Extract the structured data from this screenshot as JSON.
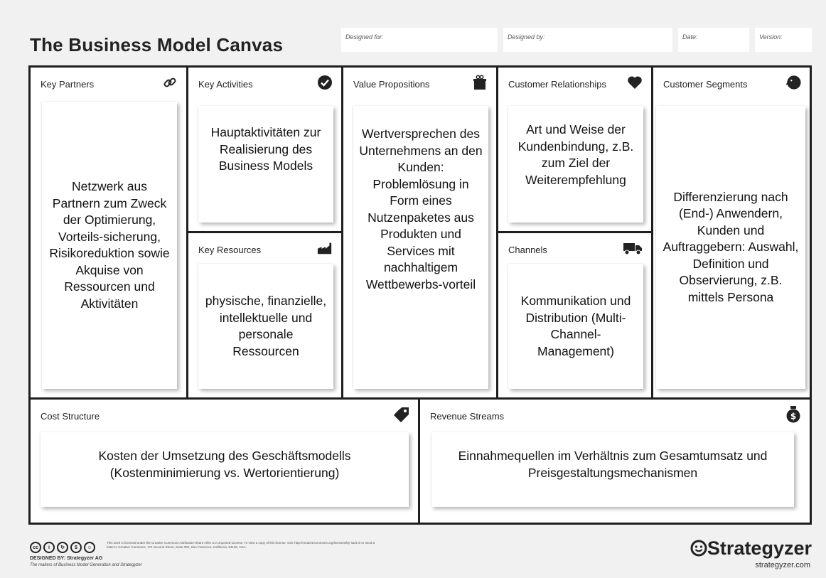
{
  "header": {
    "title": "The Business Model Canvas",
    "designed_for": "Designed for:",
    "designed_by": "Designed by:",
    "date": "Date:",
    "version": "Version:"
  },
  "blocks": {
    "key_partners": {
      "title": "Key Partners",
      "icon": "link-icon",
      "note": "Netzwerk aus Partnern zum Zweck der Optimierung, Vorteils-sicherung, Risikoreduktion sowie Akquise von Ressourcen und Aktivitäten"
    },
    "key_activities": {
      "title": "Key Activities",
      "icon": "check-circle-icon",
      "note": "Hauptaktivitäten zur Realisierung des Business Models"
    },
    "key_resources": {
      "title": "Key Resources",
      "icon": "factory-icon",
      "note": "physische, finanzielle, intellektuelle und personale Ressourcen"
    },
    "value_propositions": {
      "title": "Value Propositions",
      "icon": "gift-icon",
      "note": "Wertversprechen des Unternehmens an den Kunden: Problemlösung in Form eines Nutzenpaketes aus Produkten und Services mit nachhaltigem Wettbewerbs-vorteil"
    },
    "customer_relationships": {
      "title": "Customer Relationships",
      "icon": "heart-icon",
      "note": "Art und Weise der Kundenbindung, z.B. zum Ziel der Weiterempfehlung"
    },
    "channels": {
      "title": "Channels",
      "icon": "truck-icon",
      "note": "Kommunikation und Distribution (Multi-Channel-Management)"
    },
    "customer_segments": {
      "title": "Customer Segments",
      "icon": "head-icon",
      "note": "Differenzierung nach (End-) Anwendern, Kunden und Auftraggebern: Auswahl, Definition und Observierung, z.B. mittels Persona"
    },
    "cost_structure": {
      "title": "Cost Structure",
      "icon": "price-tag-icon",
      "note": "Kosten der Umsetzung des Geschäftsmodells (Kostenminimierung vs. Wertorientierung)"
    },
    "revenue_streams": {
      "title": "Revenue Streams",
      "icon": "money-bag-icon",
      "note": "Einnahmequellen im Verhältnis zum Gesamtumsatz und Preisgestaltungsmechanismen"
    }
  },
  "footer": {
    "license_text": "This work is licensed under the Creative Commons Attribution-Share Alike 3.0 Unported License. To view a copy of this license, visit: http://creativecommons.org/licenses/by-sa/3.0/ or send a letter to Creative Commons, 171 Second Street, Suite 300, San Francisco, California, 94105, USA.",
    "designed_by": "DESIGNED BY: Strategyzer AG",
    "makers": "The makers of Business Model Generation and Strategyzer",
    "brand": "Strategyzer",
    "brand_url": "strategyzer.com"
  }
}
